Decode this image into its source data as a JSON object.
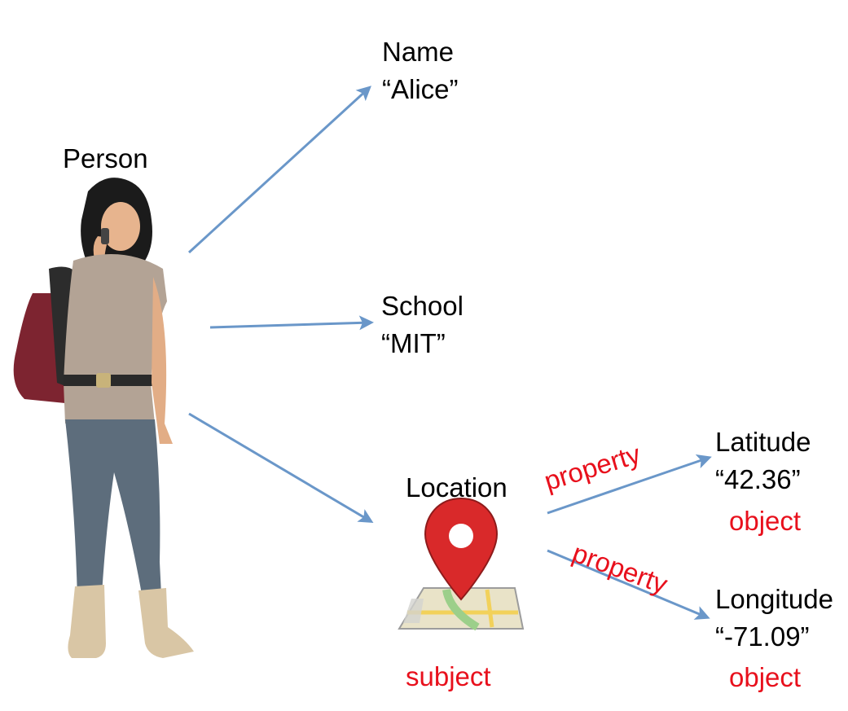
{
  "person": {
    "label": "Person"
  },
  "name": {
    "key": "Name",
    "value": "“Alice”"
  },
  "school": {
    "key": "School",
    "value": "“MIT”"
  },
  "location": {
    "label": "Location",
    "role": "subject",
    "icon": "map-pin-icon"
  },
  "latitude": {
    "key": "Latitude",
    "value": "“42.36”",
    "role": "object"
  },
  "longitude": {
    "key": "Longitude",
    "value": "“-71.09”",
    "role": "object"
  },
  "edges": {
    "lat_label": "property",
    "lon_label": "property"
  },
  "colors": {
    "arrow": "#6a97c9",
    "highlight": "#e8101c",
    "pin": "#d9292a",
    "text": "#000000"
  }
}
